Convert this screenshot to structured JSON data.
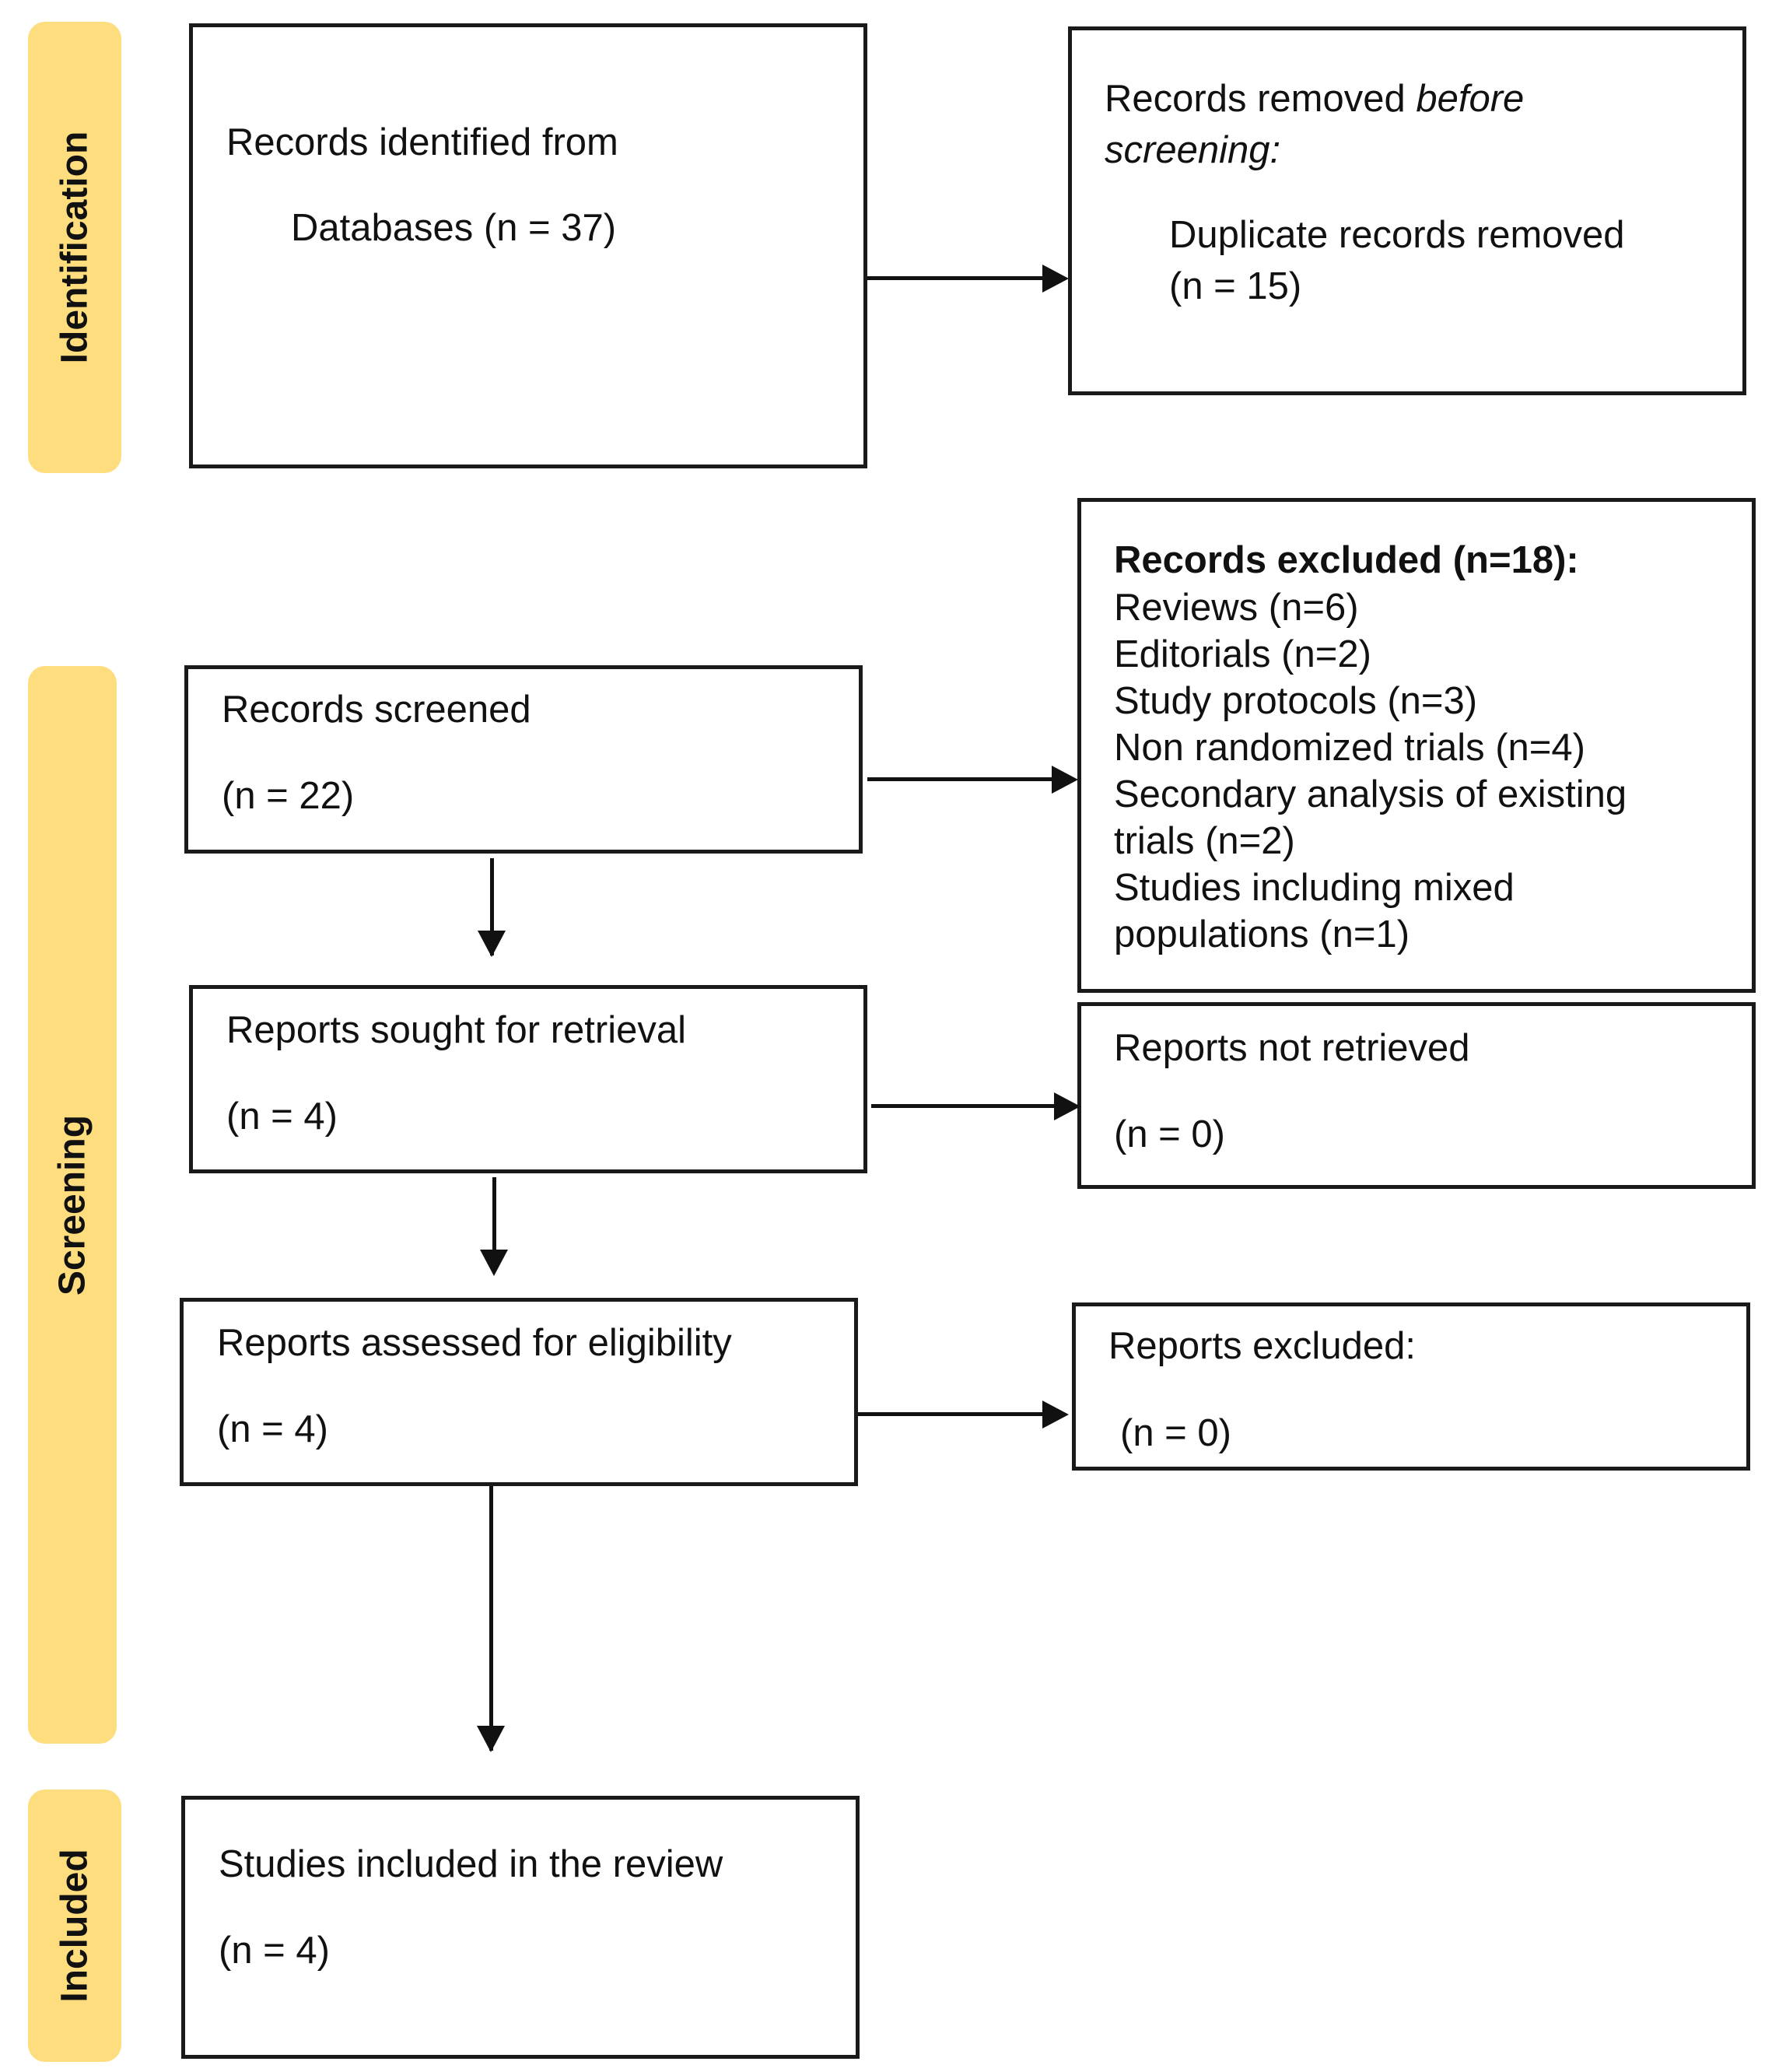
{
  "phases": {
    "identification": "Identification",
    "screening": "Screening",
    "included": "Included"
  },
  "boxes": {
    "identified": {
      "line1": "Records identified from",
      "line2": "Databases (n = 37)"
    },
    "removed": {
      "line1_prefix": "Records removed ",
      "line1_italic": "before",
      "line2_italic": "screening:",
      "line3": "Duplicate records removed",
      "line4": "(n = 15)"
    },
    "excluded_records": {
      "heading": "Records excluded (n=18):",
      "items": [
        "Reviews (n=6)",
        "Editorials (n=2)",
        "Study protocols (n=3)",
        "Non randomized trials (n=4)",
        "Secondary analysis of existing",
        "trials (n=2)",
        "Studies including mixed",
        "populations (n=1)"
      ]
    },
    "screened": {
      "line1": "Records screened",
      "line2": "(n = 22)"
    },
    "sought": {
      "line1": "Reports sought for retrieval",
      "line2": "(n = 4)"
    },
    "not_retrieved": {
      "line1": "Reports not retrieved",
      "line2": "(n = 0)"
    },
    "assessed": {
      "line1": "Reports assessed for eligibility",
      "line2": "(n = 4)"
    },
    "reports_excluded": {
      "line1": "Reports excluded:",
      "line2": "(n = 0)"
    },
    "included": {
      "line1": "Studies included in the review",
      "line2": "(n = 4)"
    }
  },
  "colors": {
    "phase_fill": "#FEDD7E",
    "stroke": "#1a1a1a"
  }
}
